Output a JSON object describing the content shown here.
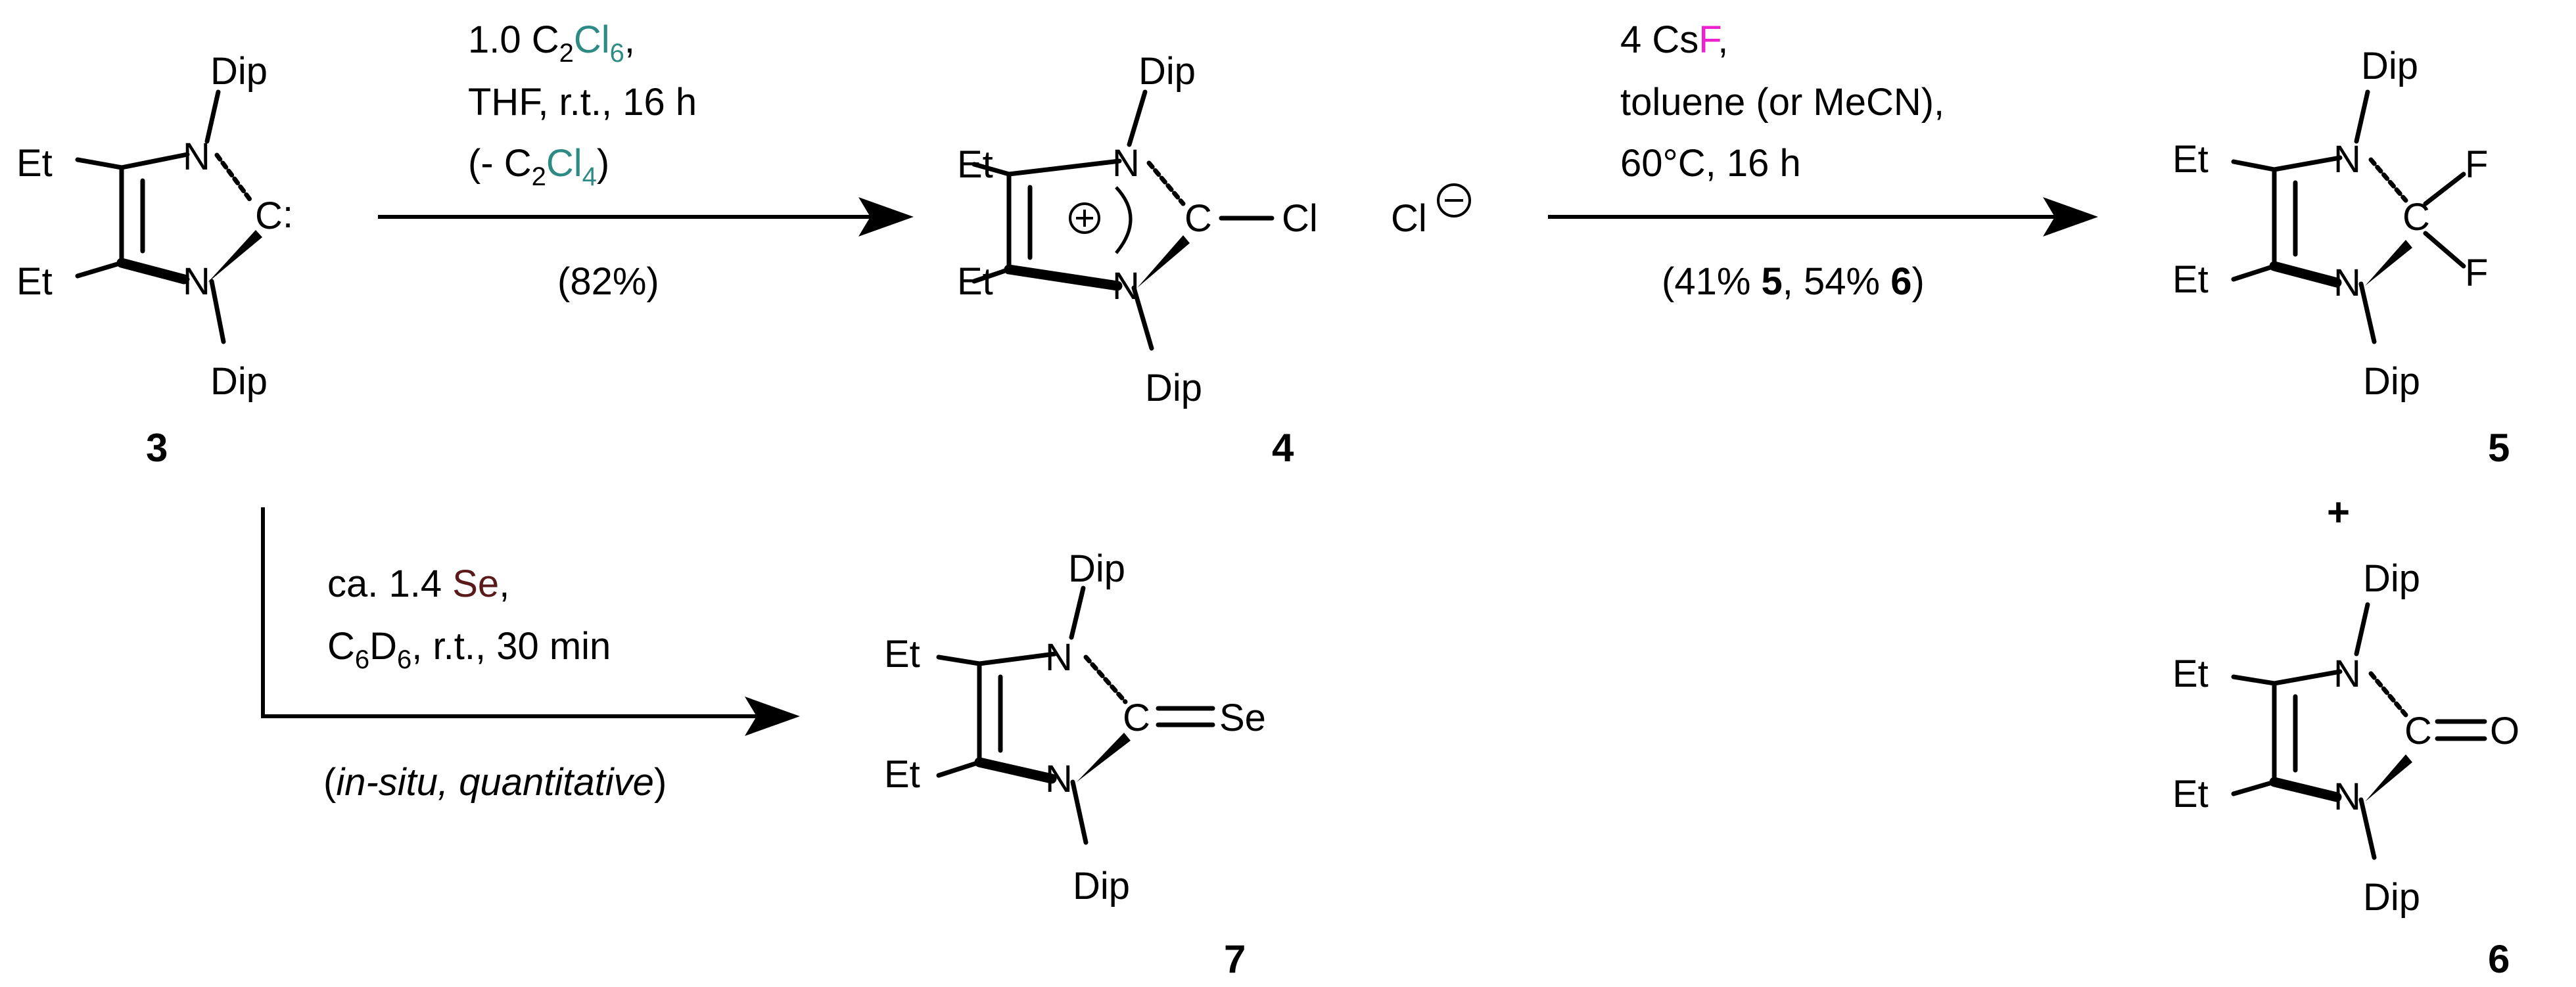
{
  "colors": {
    "nitrogen": "#1515e6",
    "chlorine": "#2e8b84",
    "fluorine": "#ee22cc",
    "oxygen": "#e41b1b",
    "selenium": "#5a1a1a",
    "black": "#000000"
  },
  "labels": {
    "dip": "Dip",
    "et": "Et",
    "n": "N",
    "c": "C",
    "cl": "Cl",
    "f": "F",
    "o": "O",
    "se": "Se",
    "carbene_colon": ":",
    "plus_sign": "+",
    "minus_sign": "−"
  },
  "compounds": {
    "c3": "3",
    "c4": "4",
    "c5": "5",
    "c6": "6",
    "c7": "7",
    "plus": "+"
  },
  "arrows": {
    "a1": {
      "line1_pre": "1.0 C",
      "line1_sub1": "2",
      "line1_mid": "Cl",
      "line1_sub2": "6",
      "line1_post": ",",
      "line2": "THF, r.t., 16 h",
      "line3_pre": "(- C",
      "line3_sub1": "2",
      "line3_mid": "Cl",
      "line3_sub2": "4",
      "line3_post": ")",
      "yield": "(82%)"
    },
    "a2": {
      "line1_pre": "4 Cs",
      "line1_f": "F",
      "line1_post": ",",
      "line2": "toluene (or MeCN),",
      "line3": "60°C, 16 h",
      "yield_pre": "(41% ",
      "yield_b1": "5",
      "yield_mid": ", 54% ",
      "yield_b2": "6",
      "yield_post": ")"
    },
    "a3": {
      "line1_pre": "ca. 1.4 ",
      "line1_se": "Se",
      "line1_post": ",",
      "line2_c": "C",
      "line2_sub1": "6",
      "line2_d": "D",
      "line2_sub2": "6",
      "line2_post": ", r.t., 30 min",
      "line3_open": "(",
      "line3_italic": "in-situ, quantitative",
      "line3_close": ")"
    }
  }
}
